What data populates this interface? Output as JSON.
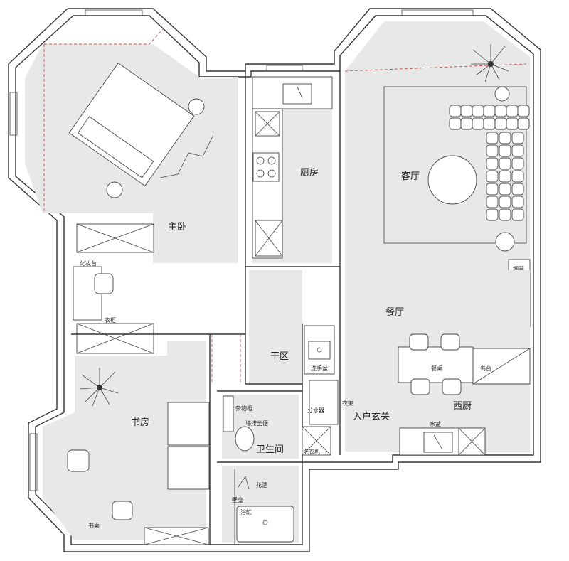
{
  "rooms": {
    "master_bedroom": "主卧",
    "kitchen": "厨房",
    "living_room": "客厅",
    "dining_room": "餐厅",
    "dry_area": "干区",
    "study": "书房",
    "bathroom": "卫生间",
    "entrance": "入户玄关",
    "western_kitchen": "西厨"
  },
  "labels": {
    "vanity": "化妆台",
    "wardrobe": "衣柜",
    "piano": "钢琴",
    "dining_table": "餐桌",
    "island": "岛台",
    "wash_basin": "洗手盆",
    "sundries_cabinet": "杂物柜",
    "wall_toilet": "墙排坐便",
    "water_heater": "分水器",
    "coat_rack": "衣架",
    "sink": "水盆",
    "washing_machine": "洗衣机",
    "shower": "花洒",
    "niche": "壁龛",
    "bathtub": "浴缸",
    "desk": "书桌"
  }
}
